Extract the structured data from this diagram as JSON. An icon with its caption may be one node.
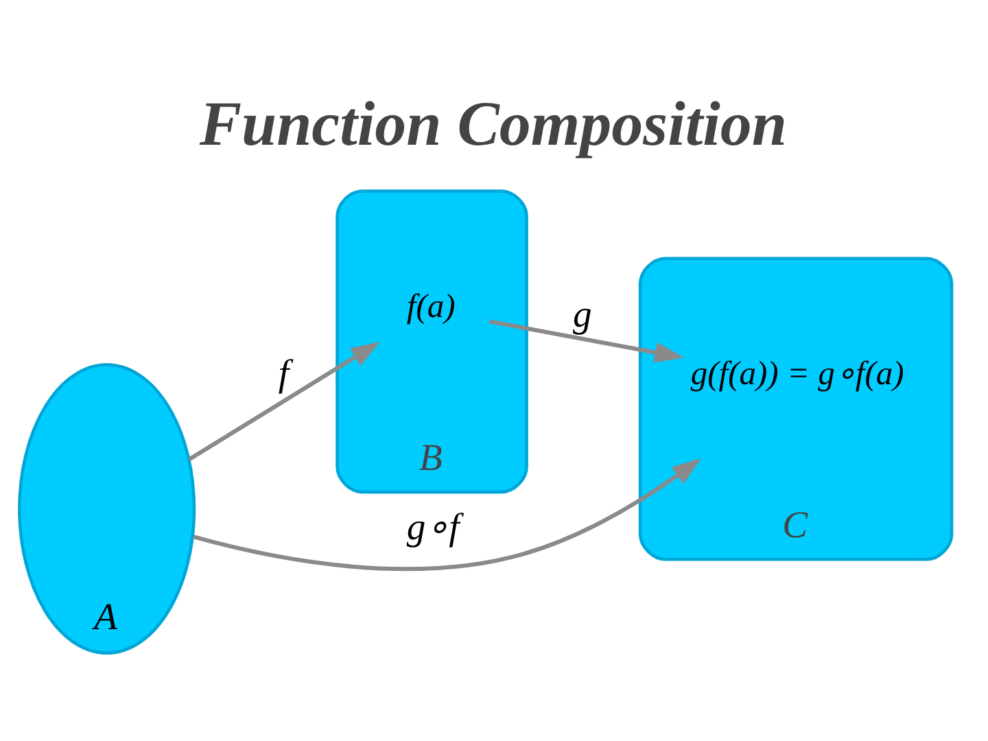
{
  "diagram": {
    "title": "Function Composition",
    "nodes": [
      {
        "text": [
          "A"
        ]
      },
      {
        "text": [
          "B"
        ]
      },
      {
        "text": [
          "f(a)"
        ],
        "in": 1
      },
      {
        "text": [
          "C"
        ]
      },
      {
        "text": [
          "g(f(a)) = g∘f(a)"
        ],
        "in": 3
      }
    ],
    "edges": [
      {
        "from": 0,
        "to": 2,
        "arrow": "to",
        "label": "f"
      },
      {
        "from": 2,
        "to": 4,
        "arrow": "to",
        "label": "g"
      },
      {
        "from": 0,
        "to": 4,
        "arrow": "to",
        "label": "g∘f"
      }
    ]
  }
}
